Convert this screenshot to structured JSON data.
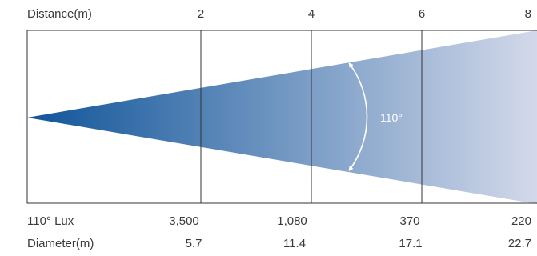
{
  "labels": {
    "distance": "Distance(m)",
    "lux": "110° Lux",
    "diameter": "Diameter(m)",
    "angle": "110°"
  },
  "distances": [
    "2",
    "4",
    "6",
    "8"
  ],
  "lux_values": [
    "3,500",
    "1,080",
    "370",
    "220"
  ],
  "diameter_values": [
    "5.7",
    "11.4",
    "17.1",
    "22.7"
  ],
  "colors": {
    "beam_start": "#0f5499",
    "beam_end": "#d3d9ea",
    "frame": "#333333",
    "arc": "#ffffff"
  }
}
